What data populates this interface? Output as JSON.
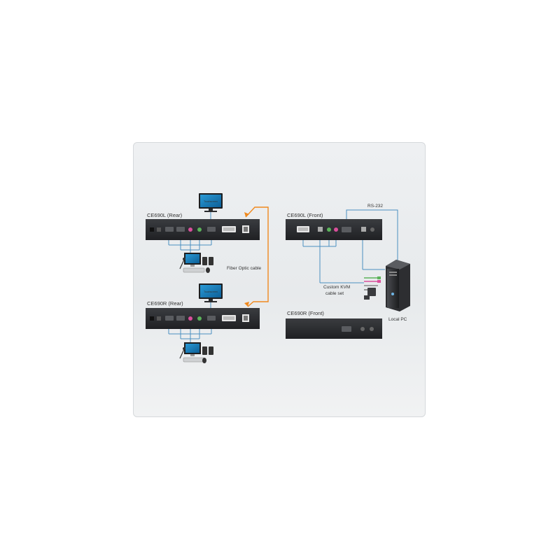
{
  "labels": {
    "ce690l_rear": "CE690L (Rear)",
    "ce690r_rear": "CE690R (Rear)",
    "ce690l_front": "CE690L (Front)",
    "ce690r_front": "CE690R (Front)",
    "fiber_optic": "Fiber Optic cable",
    "rs232": "RS-232",
    "custom_kvm_line1": "Custom KVM",
    "custom_kvm_line2": "cable set",
    "local_pc": "Local PC",
    "monitor_brand": "Touchscreen"
  },
  "colors": {
    "fiber_cable": "#f0891e",
    "kvm_cable": "#4a8fc0",
    "device_body": "#2b2d30",
    "background": "#eceef0"
  }
}
